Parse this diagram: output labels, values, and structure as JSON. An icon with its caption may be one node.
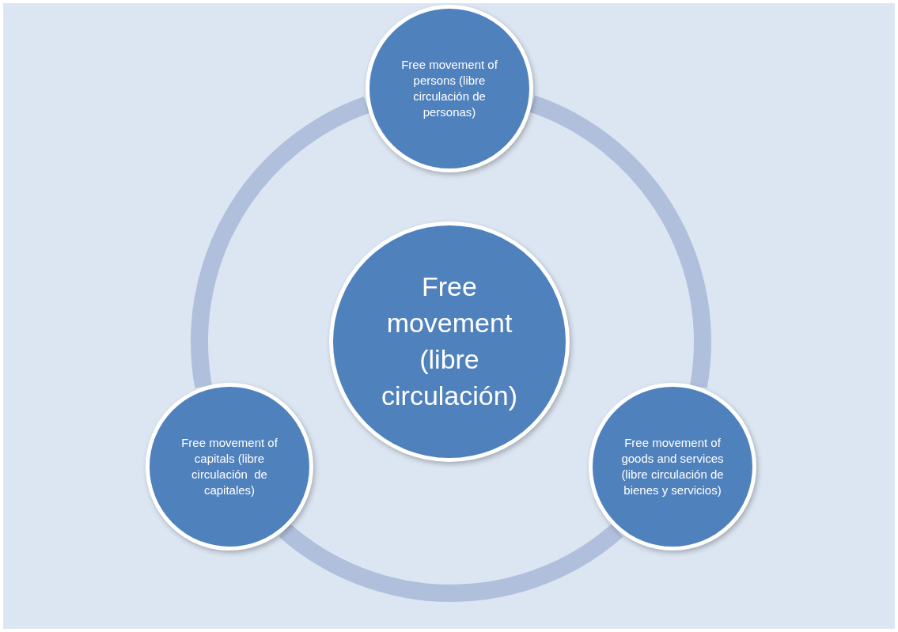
{
  "diagram": {
    "nodes": [
      {
        "text": [
          "Free movement of persons (libre circulación de personas)"
        ]
      },
      {
        "text": [
          "Free movement (libre circulación)"
        ]
      },
      {
        "text": [
          "Free movement of capitals (libre circulación  de capitales)"
        ]
      },
      {
        "text": [
          "Free movement of goods and services (libre circulación de bienes y servicios)"
        ]
      }
    ],
    "edges": [
      {
        "from": 0,
        "to": 3,
        "arrow": "none"
      },
      {
        "from": 3,
        "to": 2,
        "arrow": "none"
      },
      {
        "from": 2,
        "to": 0,
        "arrow": "none"
      }
    ]
  }
}
